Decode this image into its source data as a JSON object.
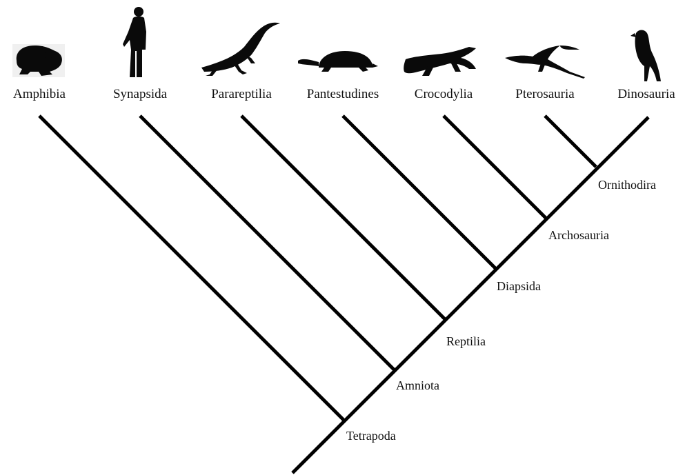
{
  "taxa": [
    {
      "label": "Amphibia",
      "icon": "frog-icon"
    },
    {
      "label": "Synapsida",
      "icon": "human-icon"
    },
    {
      "label": "Parareptilia",
      "icon": "lizard-icon"
    },
    {
      "label": "Pantestudines",
      "icon": "turtle-icon"
    },
    {
      "label": "Crocodylia",
      "icon": "crocodile-icon"
    },
    {
      "label": "Pterosauria",
      "icon": "pterosaur-icon"
    },
    {
      "label": "Dinosauria",
      "icon": "bird-icon"
    }
  ],
  "nodes": [
    {
      "label": "Tetrapoda"
    },
    {
      "label": "Amniota"
    },
    {
      "label": "Reptilia"
    },
    {
      "label": "Diapsida"
    },
    {
      "label": "Archosauria"
    },
    {
      "label": "Ornithodira"
    }
  ],
  "colors": {
    "lines": "#000000",
    "silhouettes": "#0a0a0a",
    "text": "#111111",
    "background": "#ffffff"
  }
}
